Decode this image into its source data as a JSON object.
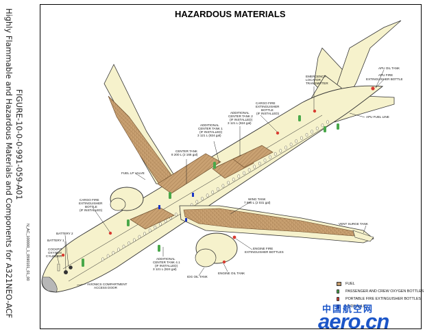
{
  "title": "HAZARDOUS MATERIALS",
  "side_caption": {
    "line1": "Highly Flammable and Hazardous Materials and Components for A321NEO-ACF",
    "line2": "FIGURE-10-0-0-991-059-A01"
  },
  "drawing_ref": "N_AC_100000_1_0590101_01_00",
  "colors": {
    "aircraft_fill": "#f6f2cc",
    "outline": "#333333",
    "fuel_tank": "#c39a6a",
    "oxygen_bottle": "#49a84a",
    "extinguisher_bottle": "#d83a30",
    "hydraulic": "#1b36c7",
    "watermark": "#1b55c8"
  },
  "labels": {
    "apu_oil_tank": "APU OIL TANK",
    "apu_fire_ext": [
      "APU FIRE",
      "EXTINGUISHER BOTTLE"
    ],
    "emergency_locator": [
      "EMERGENCY",
      "LOCATOR",
      "TRANSMITTER"
    ],
    "apu_fuel_line": "APU FUEL LINE",
    "cargo_fire_ext_aft": [
      "CARGO FIRE",
      "EXTINGUISHER",
      "BOTTLE",
      "(IF INSTALLED)"
    ],
    "act2": [
      "ADDITIONAL",
      "CENTER TANK 2",
      "(IF INSTALLED)",
      "3 121 L (824 gal)"
    ],
    "act1": [
      "ADDITIONAL",
      "CENTER TANK 1",
      "(IF INSTALLED)",
      "3 121 L (824 gal)"
    ],
    "center_tank": [
      "CENTER TANK",
      "8 200 L (2 166 gal)"
    ],
    "fuel_lp_valve": "FUEL LP VALVE",
    "cargo_fire_ext_fwd": [
      "CARGO FIRE",
      "EXTINGUISHER",
      "BOTTLE",
      "(IF INSTALLED)"
    ],
    "wing_tank": [
      "WING TANK",
      "7 690 L (2 031 gal)"
    ],
    "vent_surge_tank": "VENT SURGE TANK",
    "battery2": "BATTERY 2",
    "battery1": "BATTERY 1",
    "cockpit_oxygen": [
      "COCKPIT",
      "OXYGEN",
      "CYLINDER"
    ],
    "act4": [
      "ADDITIONAL",
      "CENTER TANK 4.1",
      "(IF INSTALLED)",
      "3 121 L (824 gal)"
    ],
    "engine_fire_ext": [
      "ENGINE FIRE",
      "EXTINGUISHER BOTTLES"
    ],
    "idg_oil_tank": "IDG OIL TANK",
    "engine_oil_tank": "ENGINE OIL TANK",
    "avionics_door": [
      "AVIONICS COMPARTMENT",
      "ACCESS DOOR"
    ]
  },
  "legend": [
    {
      "label": "FUEL",
      "icon": "fuel-swatch",
      "color": "#c39a6a"
    },
    {
      "label": "PASSENGER AND CREW OXYGEN BOTTLES",
      "icon": "oxygen-bottle-icon",
      "color": "#49a84a"
    },
    {
      "label": "PORTABLE FIRE EXTINGUISHER BOTTLES",
      "icon": "extinguisher-icon",
      "color": "#d83a30"
    },
    {
      "label": "HYDRAULIC",
      "icon": "hydraulic-icon",
      "color": "#1b36c7"
    }
  ],
  "watermark": {
    "cn": "中国航空网",
    "en": "aero.cn"
  }
}
